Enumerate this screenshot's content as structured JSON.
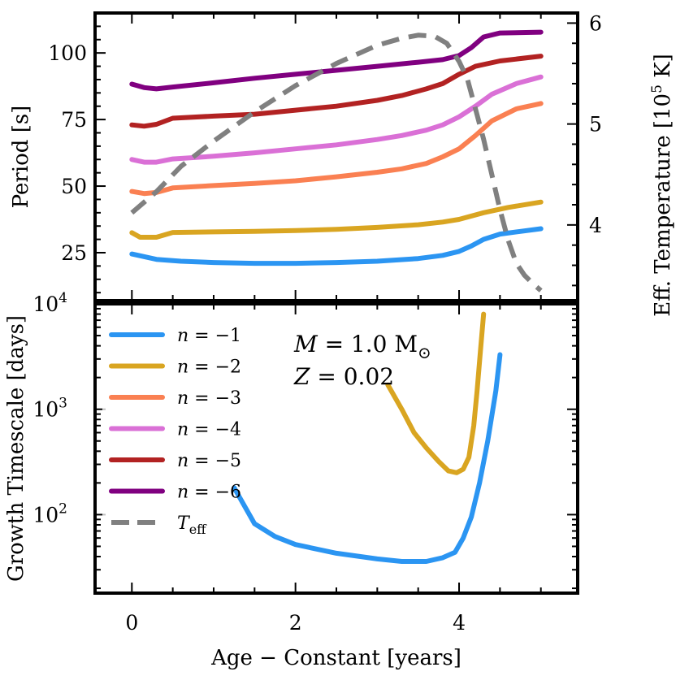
{
  "chart_data": {
    "type": "line",
    "xlabel": "Age − Constant [years]",
    "xlim": [
      -0.45,
      5.45
    ],
    "xticks": [
      0,
      2,
      4
    ],
    "top_panel": {
      "ylabel": "Period [s]",
      "ylim": [
        7,
        115
      ],
      "yticks": [
        25,
        50,
        75,
        100
      ],
      "right_ylabel": "Eff. Temperature [10^5 K]",
      "right_ylim": [
        3.25,
        6.1
      ],
      "right_yticks": [
        4,
        5,
        6
      ],
      "series": [
        {
          "key": "n1",
          "color": "#2b95f2",
          "x": [
            0,
            0.3,
            0.6,
            1.0,
            1.5,
            2.0,
            2.5,
            3.0,
            3.5,
            3.8,
            4.0,
            4.15,
            4.3,
            4.5,
            4.75,
            5.0
          ],
          "values": [
            24.5,
            22.5,
            21.8,
            21.3,
            21.0,
            21.0,
            21.3,
            21.8,
            22.8,
            24.0,
            25.5,
            27.5,
            30.0,
            32.0,
            33.0,
            34.0
          ]
        },
        {
          "key": "n2",
          "color": "#d9a521",
          "x": [
            0,
            0.1,
            0.3,
            0.5,
            1.0,
            1.5,
            2.0,
            2.5,
            3.0,
            3.5,
            3.8,
            4.0,
            4.3,
            4.6,
            5.0
          ],
          "values": [
            32.5,
            30.8,
            30.8,
            32.6,
            32.8,
            33.0,
            33.3,
            33.8,
            34.5,
            35.5,
            36.5,
            37.5,
            40.0,
            42.0,
            44.0
          ]
        },
        {
          "key": "n3",
          "color": "#fa8052",
          "x": [
            0,
            0.15,
            0.3,
            0.5,
            1.0,
            1.5,
            2.0,
            2.5,
            3.0,
            3.3,
            3.6,
            3.8,
            4.0,
            4.2,
            4.4,
            4.7,
            5.0
          ],
          "values": [
            48.0,
            47.2,
            47.6,
            49.3,
            50.2,
            51.0,
            52.0,
            53.5,
            55.2,
            56.5,
            58.5,
            61.0,
            64.0,
            69.0,
            74.5,
            79.0,
            81.0
          ]
        },
        {
          "key": "n4",
          "color": "#da70d6",
          "x": [
            0,
            0.15,
            0.3,
            0.5,
            1.0,
            1.5,
            2.0,
            2.5,
            3.0,
            3.3,
            3.6,
            3.8,
            4.0,
            4.2,
            4.4,
            4.7,
            5.0
          ],
          "values": [
            60.0,
            59.0,
            59.0,
            60.2,
            61.2,
            62.5,
            64.0,
            65.5,
            67.5,
            69.0,
            71.0,
            73.0,
            76.0,
            80.0,
            84.5,
            88.5,
            91.0
          ]
        },
        {
          "key": "n5",
          "color": "#b22222",
          "x": [
            0,
            0.15,
            0.3,
            0.5,
            1.0,
            1.5,
            2.0,
            2.5,
            3.0,
            3.3,
            3.6,
            3.8,
            4.0,
            4.2,
            4.5,
            5.0
          ],
          "values": [
            73.0,
            72.5,
            73.2,
            75.5,
            76.3,
            77.0,
            78.5,
            80.0,
            82.2,
            84.0,
            86.5,
            88.5,
            92.0,
            95.0,
            97.0,
            98.8
          ]
        },
        {
          "key": "n6",
          "color": "#800080",
          "x": [
            0,
            0.15,
            0.3,
            0.5,
            1.0,
            1.5,
            2.0,
            2.5,
            3.0,
            3.5,
            3.8,
            4.0,
            4.15,
            4.3,
            4.5,
            5.0
          ],
          "values": [
            88.3,
            87.0,
            86.5,
            87.2,
            88.8,
            90.5,
            92.0,
            93.5,
            95.0,
            96.5,
            97.5,
            99.0,
            102.0,
            106.0,
            107.5,
            107.8
          ]
        },
        {
          "key": "teff",
          "color": "#808080",
          "dashed": true,
          "axis": "right",
          "x": [
            0,
            0.3,
            0.6,
            1.0,
            1.5,
            2.0,
            2.5,
            3.0,
            3.3,
            3.5,
            3.7,
            3.85,
            4.0,
            4.1,
            4.2,
            4.3,
            4.4,
            4.5,
            4.6,
            4.7,
            4.8,
            4.9,
            5.0
          ],
          "values": [
            4.12,
            4.33,
            4.58,
            4.83,
            5.12,
            5.38,
            5.6,
            5.78,
            5.85,
            5.88,
            5.87,
            5.8,
            5.62,
            5.45,
            5.15,
            4.85,
            4.5,
            4.15,
            3.85,
            3.62,
            3.5,
            3.42,
            3.35
          ]
        }
      ]
    },
    "bottom_panel": {
      "ylabel": "Growth Timescale [days]",
      "yscale": "log",
      "ylim": [
        18,
        10000
      ],
      "yticks": [
        100,
        1000,
        10000
      ],
      "ytick_labels": [
        {
          "base": "10",
          "exp": "2"
        },
        {
          "base": "10",
          "exp": "3"
        },
        {
          "base": "10",
          "exp": "4"
        }
      ],
      "series": [
        {
          "key": "n1",
          "color": "#2b95f2",
          "x": [
            1.25,
            1.5,
            1.75,
            2.0,
            2.5,
            3.0,
            3.3,
            3.6,
            3.8,
            3.95,
            4.05,
            4.15,
            4.25,
            4.35,
            4.45,
            4.5
          ],
          "values": [
            180,
            82,
            62,
            52,
            43,
            38,
            36,
            36,
            39,
            44,
            60,
            95,
            200,
            500,
            1500,
            3300
          ]
        },
        {
          "key": "n2",
          "color": "#d9a521",
          "x": [
            3.13,
            3.3,
            3.45,
            3.6,
            3.75,
            3.87,
            3.97,
            4.05,
            4.12,
            4.18,
            4.22,
            4.26,
            4.3
          ],
          "values": [
            1700,
            1000,
            600,
            430,
            320,
            260,
            250,
            270,
            350,
            700,
            1500,
            3500,
            8000
          ]
        }
      ],
      "annotations": [
        {
          "italic": "M",
          "text": " = 1.0 M",
          "sub": "⊙"
        },
        {
          "italic": "Z",
          "text": " = 0.02",
          "sub": ""
        }
      ]
    },
    "legend": {
      "placement": "upper-left",
      "entries": [
        {
          "key": "n1",
          "label": "n = −1",
          "color": "#2b95f2",
          "dashed": false
        },
        {
          "key": "n2",
          "label": "n = −2",
          "color": "#d9a521",
          "dashed": false
        },
        {
          "key": "n3",
          "label": "n = −3",
          "color": "#fa8052",
          "dashed": false
        },
        {
          "key": "n4",
          "label": "n = −4",
          "color": "#da70d6",
          "dashed": false
        },
        {
          "key": "n5",
          "label": "n = −5",
          "color": "#b22222",
          "dashed": false
        },
        {
          "key": "n6",
          "label": "n = −6",
          "color": "#800080",
          "dashed": false
        },
        {
          "key": "teff",
          "label": "T",
          "sub": "eff",
          "color": "#808080",
          "dashed": true
        }
      ]
    }
  }
}
